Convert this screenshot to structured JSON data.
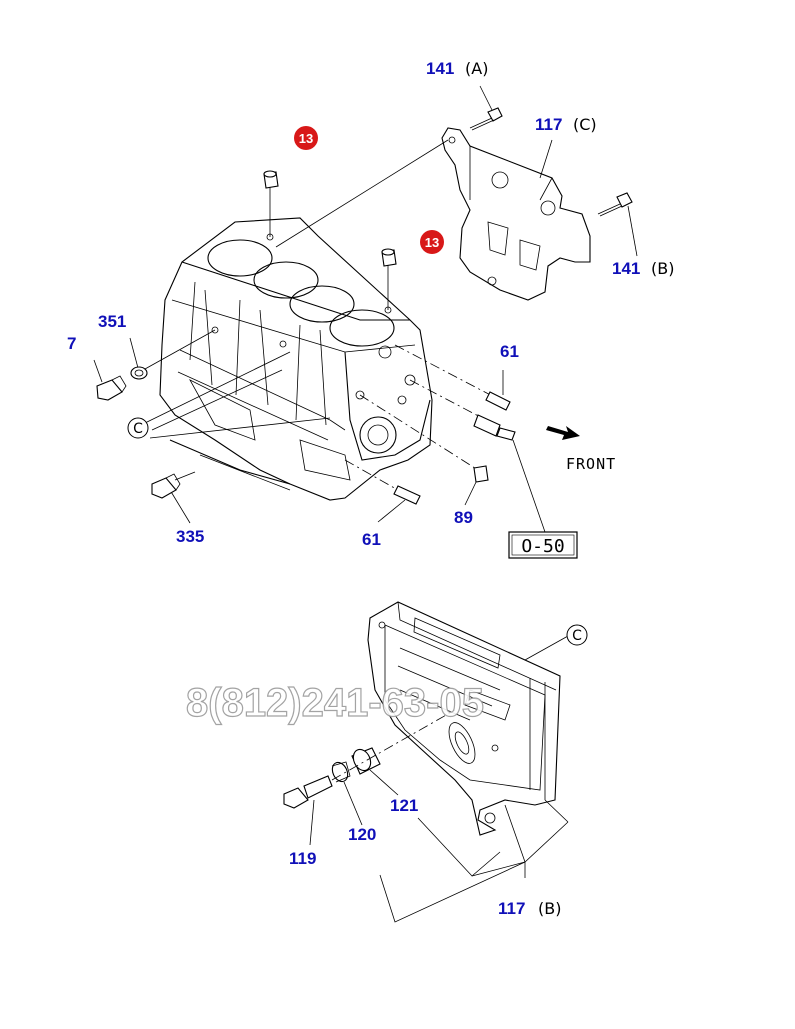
{
  "labels": {
    "p141a_num": "141",
    "p141a_letter": "(A)",
    "p117c_num": "117",
    "p117c_letter": "(C)",
    "p141b_num": "141",
    "p141b_letter": "(B)",
    "p351": "351",
    "p7": "7",
    "p61_top": "61",
    "p335": "335",
    "p61_bottom": "61",
    "p89": "89",
    "p121": "121",
    "p120": "120",
    "p119": "119",
    "p117b_num": "117",
    "p117b_letter": "(B)"
  },
  "badges": {
    "top": "13",
    "middle": "13"
  },
  "ref_circles": {
    "left": "C",
    "lower": "C"
  },
  "front_label": "FRONT",
  "ref_box": "O-50",
  "watermark": "8(812)241-63-05",
  "colors": {
    "part_number": "#1010b8",
    "badge": "#d81818"
  }
}
